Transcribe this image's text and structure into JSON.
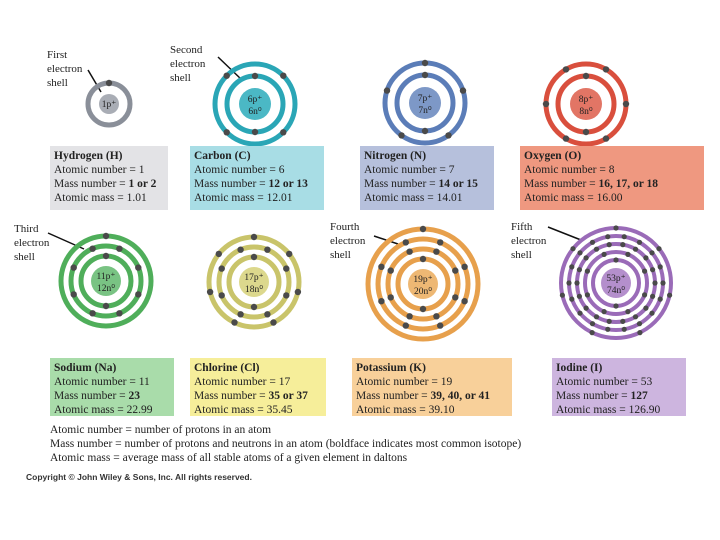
{
  "callouts": {
    "first": "First\nelectron\nshell",
    "second": "Second\nelectron\nshell",
    "third": "Third\nelectron\nshell",
    "fourth": "Fourth\nelectron\nshell",
    "fifth": "Fifth\nelectron\nshell"
  },
  "atoms": [
    {
      "id": "hydrogen",
      "protons": "1p⁺",
      "neutrons": "",
      "shells": [
        1
      ],
      "ring_color": "#8a8f99",
      "nucleus_color": "#a9adb5",
      "card": {
        "name": "Hydrogen (H)",
        "atomic_number": "Atomic number = 1",
        "mass_prefix": "Mass number = ",
        "mass_bold": "1 or 2",
        "atomic_mass": "Atomic mass = 1.01",
        "bg": "#e3e3e6"
      }
    },
    {
      "id": "carbon",
      "protons": "6p⁺",
      "neutrons": "6n⁰",
      "shells": [
        2,
        4
      ],
      "ring_color": "#2aa6b6",
      "nucleus_color": "#4bb8c5",
      "card": {
        "name": "Carbon (C)",
        "atomic_number": "Atomic number = 6",
        "mass_prefix": "Mass number = ",
        "mass_bold": "12 or 13",
        "atomic_mass": "Atomic mass = 12.01",
        "bg": "#a8dde5"
      }
    },
    {
      "id": "nitrogen",
      "protons": "7p⁺",
      "neutrons": "7n⁰",
      "shells": [
        2,
        5
      ],
      "ring_color": "#5b7db8",
      "nucleus_color": "#7d98c7",
      "card": {
        "name": "Nitrogen (N)",
        "atomic_number": "Atomic number = 7",
        "mass_prefix": "Mass number = ",
        "mass_bold": "14 or 15",
        "atomic_mass": "Atomic mass = 14.01",
        "bg": "#b6c0dc"
      }
    },
    {
      "id": "oxygen",
      "protons": "8p⁺",
      "neutrons": "8n⁰",
      "shells": [
        2,
        6
      ],
      "ring_color": "#d94f3d",
      "nucleus_color": "#e27565",
      "card": {
        "name": "Oxygen (O)",
        "atomic_number": "Atomic number = 8",
        "mass_prefix": "Mass number = ",
        "mass_bold": "16, 17, or 18",
        "atomic_mass": "Atomic mass = 16.00",
        "bg": "#ef9880"
      }
    },
    {
      "id": "sodium",
      "protons": "11p⁺",
      "neutrons": "12n⁰",
      "shells": [
        2,
        8,
        1
      ],
      "ring_color": "#4fae5a",
      "nucleus_color": "#79c383",
      "card": {
        "name": "Sodium (Na)",
        "atomic_number": "Atomic number = 11",
        "mass_prefix": "Mass number = ",
        "mass_bold": "23",
        "atomic_mass": "Atomic mass = 22.99",
        "bg": "#a9dcaa"
      }
    },
    {
      "id": "chlorine",
      "protons": "17p⁺",
      "neutrons": "18n⁰",
      "shells": [
        2,
        8,
        7
      ],
      "ring_color": "#c9c46a",
      "nucleus_color": "#dcd88d",
      "card": {
        "name": "Chlorine (Cl)",
        "atomic_number": "Atomic number = 17",
        "mass_prefix": "Mass number = ",
        "mass_bold": "35 or 37",
        "atomic_mass": "Atomic mass = 35.45",
        "bg": "#f6ee9a"
      }
    },
    {
      "id": "potassium",
      "protons": "19p⁺",
      "neutrons": "20n⁰",
      "shells": [
        2,
        8,
        8,
        1
      ],
      "ring_color": "#e7a04c",
      "nucleus_color": "#eeb874",
      "card": {
        "name": "Potassium (K)",
        "atomic_number": "Atomic number = 19",
        "mass_prefix": "Mass number = ",
        "mass_bold": "39, 40, or 41",
        "atomic_mass": "Atomic mass = 39.10",
        "bg": "#f8d09a"
      }
    },
    {
      "id": "iodine",
      "protons": "53p⁺",
      "neutrons": "74n⁰",
      "shells": [
        2,
        8,
        18,
        18,
        7
      ],
      "ring_color": "#9a6bb8",
      "nucleus_color": "#b48fcc",
      "card": {
        "name": "Iodine (I)",
        "atomic_number": "Atomic number = 53",
        "mass_prefix": "Mass number = ",
        "mass_bold": "127",
        "atomic_mass": "Atomic mass = 126.90",
        "bg": "#cdb5df"
      }
    }
  ],
  "footnotes": {
    "line1": "Atomic number = number of protons in an atom",
    "line2": "Mass number = number of protons and neutrons in an atom (boldface indicates most common isotope)",
    "line3": "Atomic mass = average mass of all stable atoms of a given element in daltons"
  },
  "copyright": "Copyright © John Wiley & Sons, Inc. All rights reserved.",
  "colors": {
    "electron": "#4a4a4a"
  }
}
